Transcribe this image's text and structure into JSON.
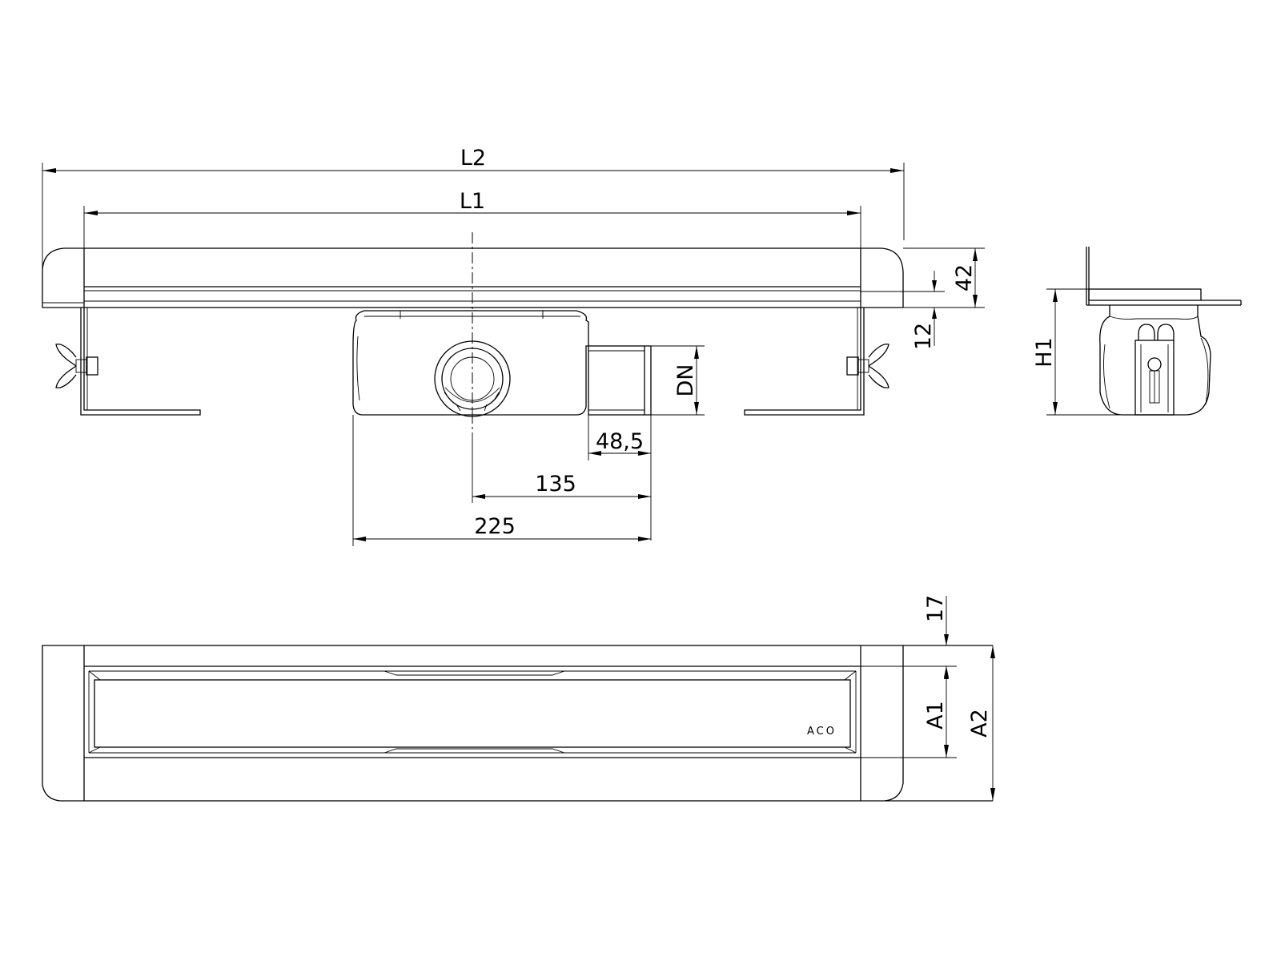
{
  "dimensions": {
    "l2": "L2",
    "l1": "L1",
    "h42": "42",
    "h12": "12",
    "dn": "DN",
    "d48": "48,5",
    "d135": "135",
    "d225": "225",
    "h1": "H1",
    "h17": "17",
    "a1": "A1",
    "a2": "A2"
  },
  "brand_mark": "ACO"
}
